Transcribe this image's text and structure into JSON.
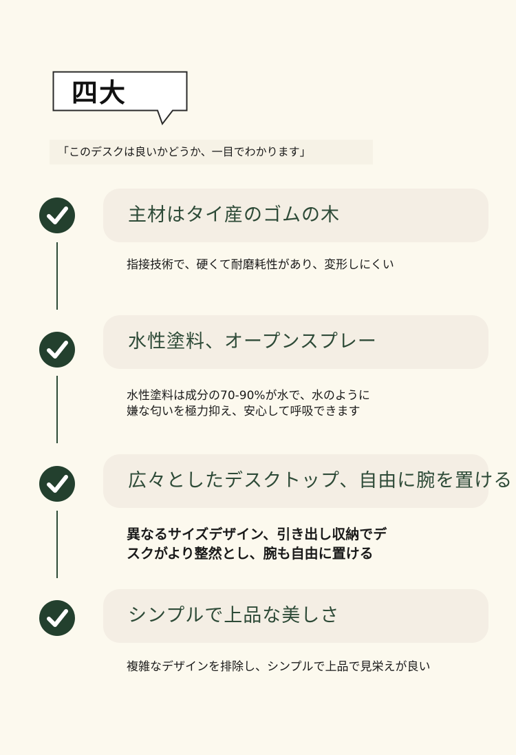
{
  "header": {
    "title": "四大",
    "subtitle": "「このデスクは良いかどうか、一目でわかります」"
  },
  "features": [
    {
      "title": "主材はタイ産のゴムの木",
      "description": [
        "指接技術で、硬くて耐磨耗性があり、変形しにくい"
      ]
    },
    {
      "title": "水性塗料、オープンスプレー",
      "description": [
        "水性塗料は成分の70-90%が水で、水のように",
        "嫌な匂いを極力抑え、安心して呼吸できます"
      ]
    },
    {
      "title": "広々としたデスクトップ、自由に腕を置ける",
      "description": [
        "異なるサイズデザイン、引き出し収納でデ",
        "スクがより整然とし、腕も自由に置ける"
      ]
    },
    {
      "title": "シンプルで上品な美しさ",
      "description": [
        "複雑なデザインを排除し、シンプルで上品で見栄えが良い"
      ]
    }
  ],
  "colors": {
    "background": "#fcf9ee",
    "accent_green": "#23402e",
    "card_bg": "#f4eee4",
    "title_green": "#2d4a37"
  }
}
